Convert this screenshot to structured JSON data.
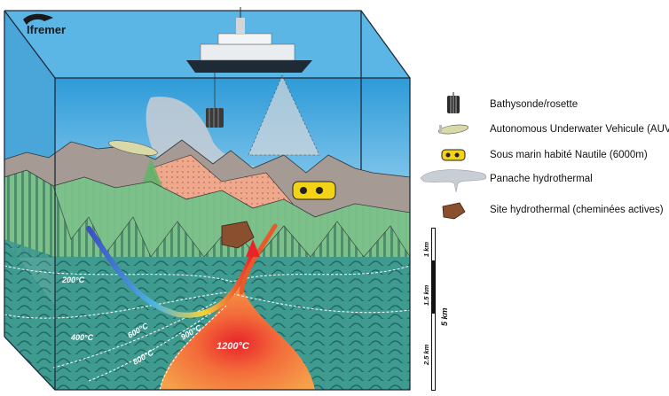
{
  "logo": {
    "text": "Ifremer"
  },
  "legend": [
    {
      "icon": "bathysonde-rosette-icon",
      "label": "Bathysonde/rosette"
    },
    {
      "icon": "auv-icon",
      "label": "Autonomous Underwater Vehicule (AUV)"
    },
    {
      "icon": "nautile-submarine-icon",
      "label": "Sous marin habité Nautile (6000m)"
    },
    {
      "icon": "hydrothermal-plume-icon",
      "label": "Panache hydrothermal"
    },
    {
      "icon": "hydrothermal-site-icon",
      "label": "Site hydrothermal (cheminées actives)"
    }
  ],
  "isotherms": [
    "200°C",
    "400°C",
    "600°C",
    "800°C",
    "900°C",
    "1200°C"
  ],
  "scale": {
    "top": "1 km",
    "middle": "1.5 km",
    "bottom": "2.5 km",
    "total": "5 km"
  },
  "colors": {
    "sea_top": "#3aa6de",
    "sea_deep": "#b7dcef",
    "crust_green": "#7cc08a",
    "mantle_teal": "#3e8f87",
    "magma": "#f08a3a",
    "core": "#e8242a",
    "rock": "#a89a93",
    "hydro_site": "#8a4f2e"
  }
}
